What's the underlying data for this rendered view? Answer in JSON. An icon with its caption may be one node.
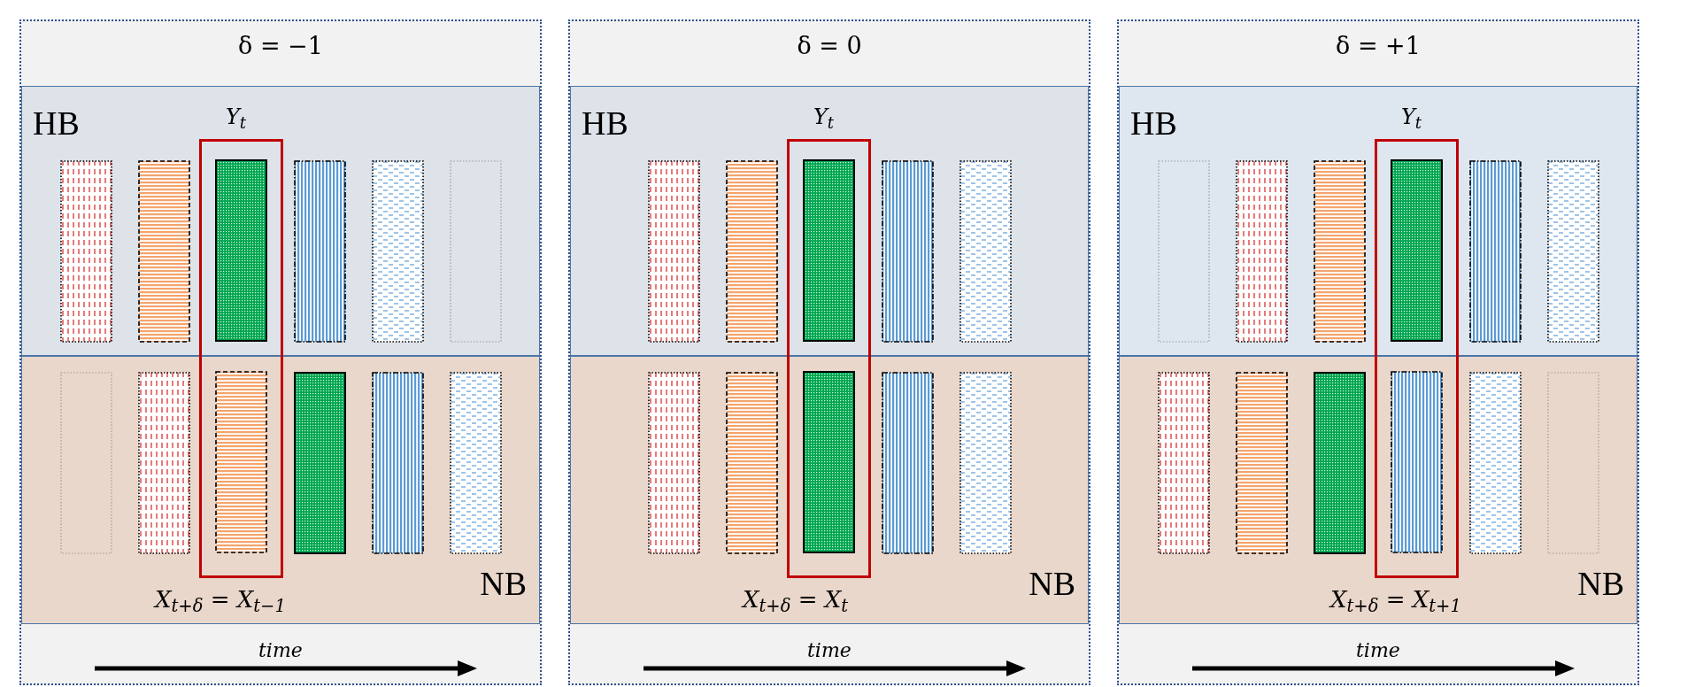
{
  "diagram": {
    "nodes": [
      {
        "text": [
          "δ = −1"
        ]
      },
      {
        "text": [
          "HB"
        ],
        "in": 0
      },
      {
        "text": [],
        "shape": "bar",
        "in": 1
      },
      {
        "text": [],
        "shape": "bar",
        "in": 1
      },
      {
        "text": [],
        "shape": "bar"
      },
      {
        "text": [],
        "shape": "bar",
        "in": 1
      },
      {
        "text": [],
        "shape": "bar",
        "in": 1
      },
      {
        "text": [],
        "shape": "bar",
        "in": 1
      },
      {
        "text": [
          "NB"
        ],
        "in": 0
      },
      {
        "text": [],
        "shape": "bar",
        "in": 8
      },
      {
        "text": [],
        "shape": "bar",
        "in": 8
      },
      {
        "text": [],
        "shape": "bar"
      },
      {
        "text": [],
        "shape": "bar",
        "in": 8
      },
      {
        "text": [],
        "shape": "bar",
        "in": 8
      },
      {
        "text": [],
        "shape": "bar",
        "in": 8
      },
      {
        "text": [],
        "shape": "box",
        "in": 0,
        "beside": [
          "Y$_{t}$",
          "X$_{t+δ}$ = X$_{t−1}$"
        ]
      },
      {
        "text": [
          "δ = 0"
        ]
      },
      {
        "text": [
          "HB"
        ],
        "in": 16
      },
      {
        "text": [],
        "shape": "bar",
        "in": 17
      },
      {
        "text": [],
        "shape": "bar",
        "in": 17
      },
      {
        "text": [],
        "shape": "bar"
      },
      {
        "text": [],
        "shape": "bar",
        "in": 17
      },
      {
        "text": [],
        "shape": "bar",
        "in": 17
      },
      {
        "text": [
          "NB"
        ],
        "in": 16
      },
      {
        "text": [],
        "shape": "bar",
        "in": 23
      },
      {
        "text": [],
        "shape": "bar",
        "in": 23
      },
      {
        "text": [],
        "shape": "bar"
      },
      {
        "text": [],
        "shape": "bar",
        "in": 23
      },
      {
        "text": [],
        "shape": "bar",
        "in": 23
      },
      {
        "text": [],
        "shape": "box",
        "in": 16,
        "beside": [
          "Y$_{t}$",
          "X$_{t+δ}$ = X$_{t}$"
        ]
      },
      {
        "text": [
          "δ = +1"
        ]
      },
      {
        "text": [
          "HB"
        ],
        "in": 30
      },
      {
        "text": [],
        "shape": "bar",
        "in": 31
      },
      {
        "text": [],
        "shape": "bar",
        "in": 31
      },
      {
        "text": [],
        "shape": "bar",
        "in": 31
      },
      {
        "text": [],
        "shape": "bar"
      },
      {
        "text": [],
        "shape": "bar",
        "in": 31
      },
      {
        "text": [],
        "shape": "bar",
        "in": 31
      },
      {
        "text": [
          "NB"
        ],
        "in": 30
      },
      {
        "text": [],
        "shape": "bar",
        "in": 38
      },
      {
        "text": [],
        "shape": "bar",
        "in": 38
      },
      {
        "text": [],
        "shape": "bar",
        "in": 38
      },
      {
        "text": [],
        "shape": "bar"
      },
      {
        "text": [],
        "shape": "bar",
        "in": 38
      },
      {
        "text": [],
        "shape": "bar",
        "in": 38
      },
      {
        "text": [],
        "shape": "box",
        "in": 30,
        "beside": [
          "Y$_{t}$",
          "X$_{t+δ}$ = X$_{t+1}$"
        ]
      }
    ],
    "edges": [],
    "labels": [
      "time",
      "time",
      "time"
    ]
  }
}
